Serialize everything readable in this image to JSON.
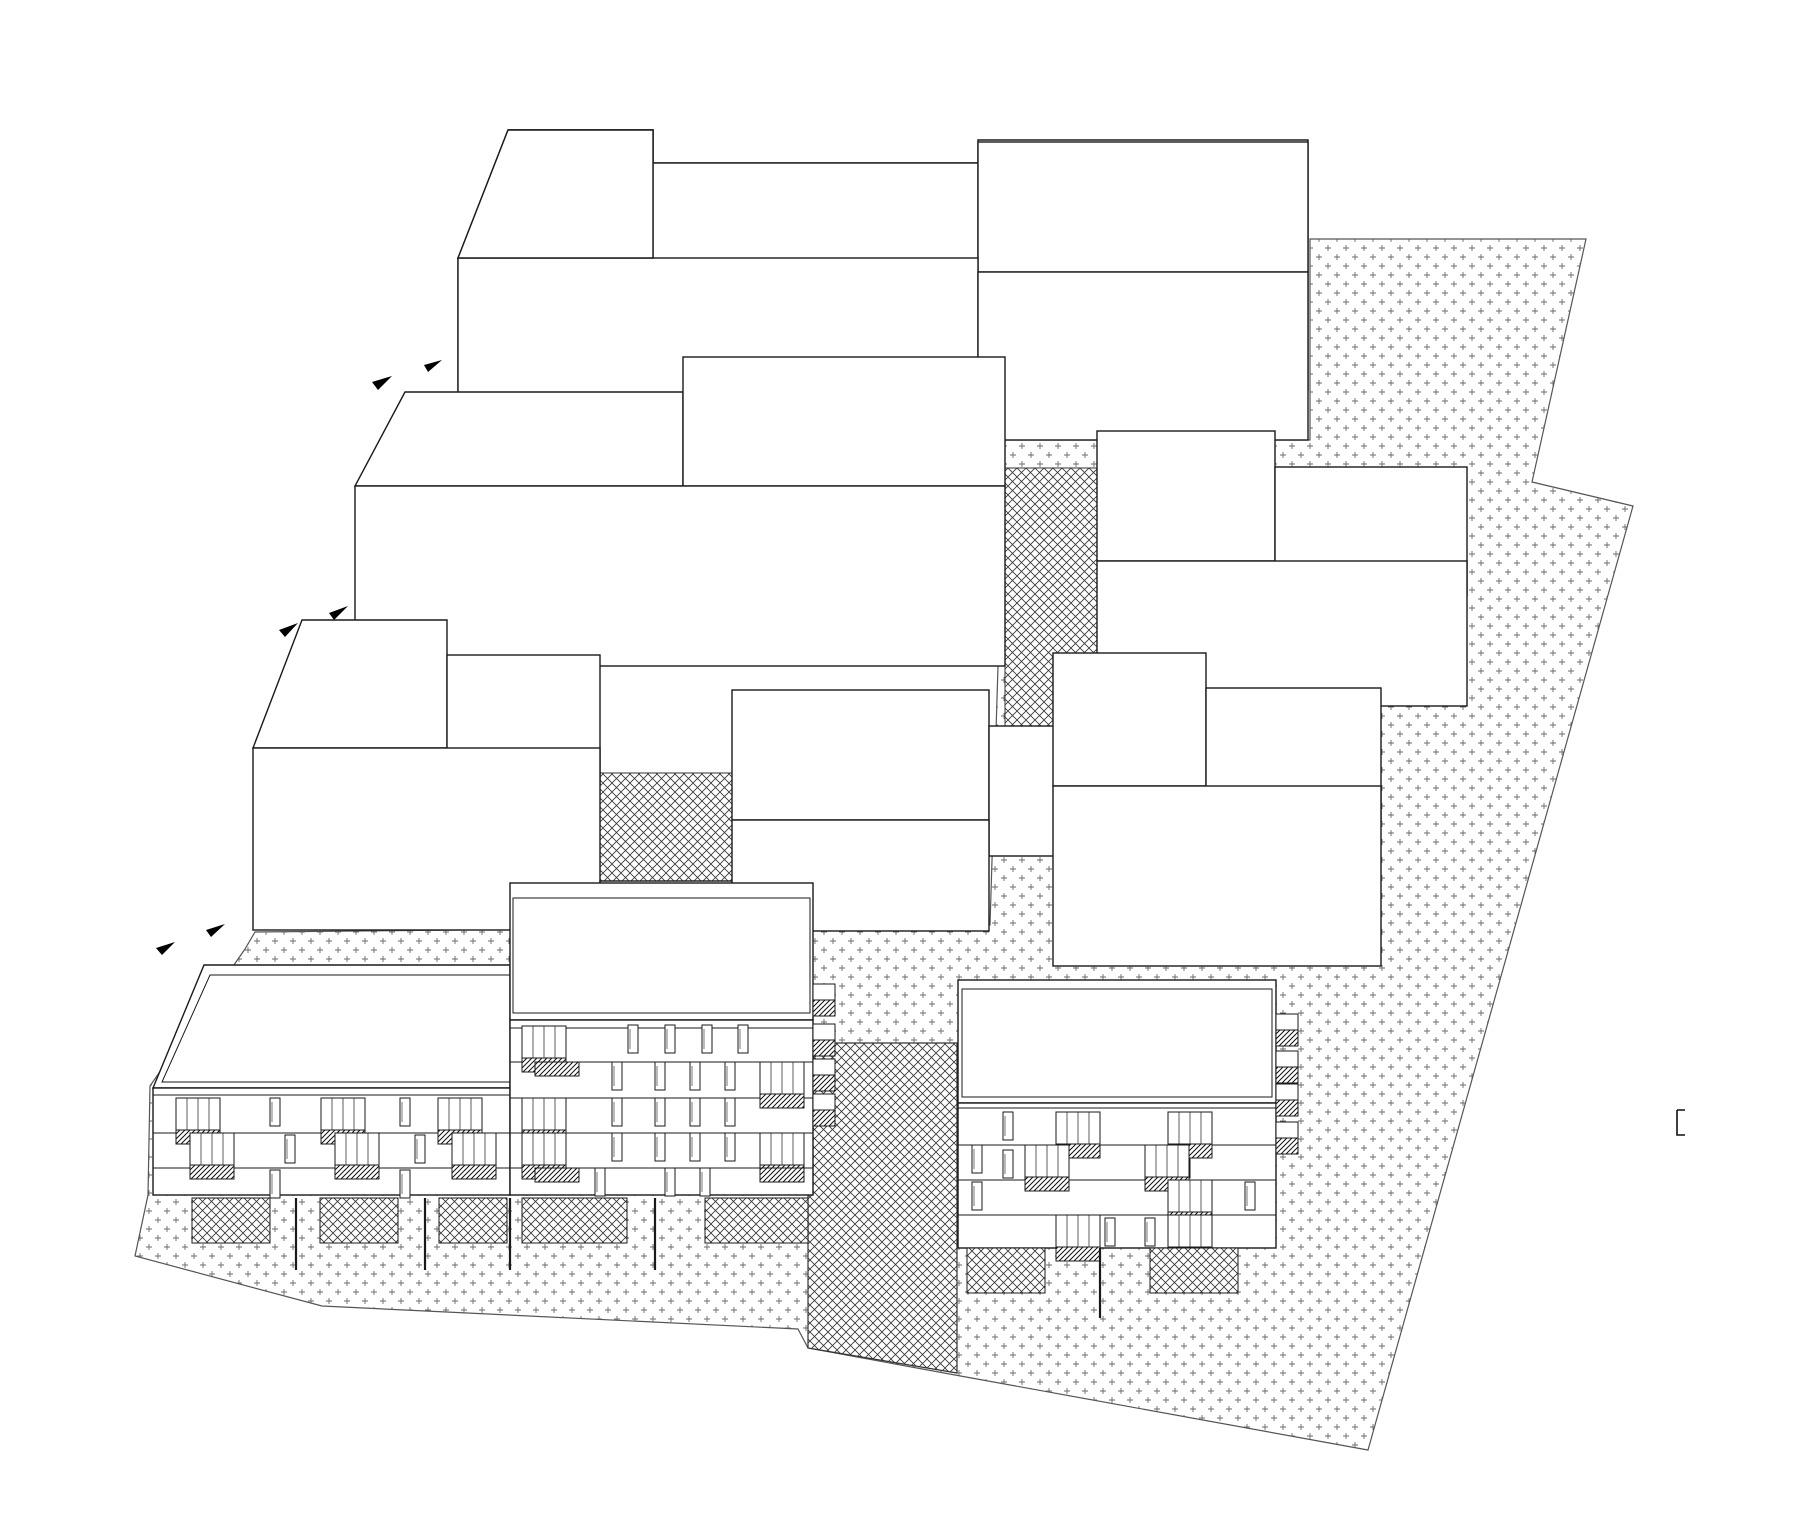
{
  "drawing": {
    "title": "",
    "label_edge_right": "",
    "colors": {
      "ink": "#1a1a1a",
      "paper": "#ffffff",
      "ground_pattern": "#555555",
      "hatch_dense": "#222222"
    },
    "hatches": [
      "plus-ground",
      "crosshatch-paving",
      "diagonal-balcony"
    ],
    "elements": {
      "ground": "site-ground-plane",
      "buildings_background": "existing-building-blocks",
      "buildings_foreground": "new-residential-blocks",
      "paths": "paved-passages",
      "markers": "view-arrows"
    }
  }
}
